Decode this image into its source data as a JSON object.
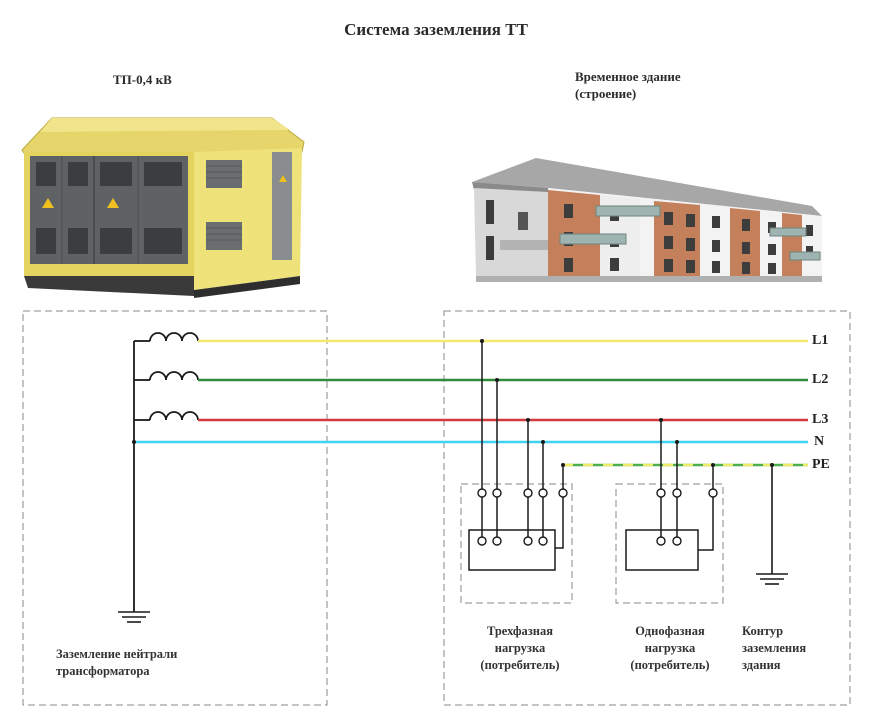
{
  "title": "Система заземления ТТ",
  "substation": {
    "label": "ТП-0,4 кВ"
  },
  "building": {
    "label_line1": "Временное здание",
    "label_line2": "(строение)"
  },
  "buses": [
    "L1",
    "L2",
    "L3",
    "N",
    "PE"
  ],
  "captions": {
    "neutral_ground": [
      "Заземление нейтрали",
      "трансформатора"
    ],
    "three_phase": [
      "Трехфазная",
      "нагрузка",
      "(потребитель)"
    ],
    "single_phase": [
      "Однофазная",
      "нагрузка",
      "(потребитель)"
    ],
    "building_ground": [
      "Контур",
      "заземления",
      "здания"
    ]
  },
  "colors": {
    "L1": "#f2ea6a",
    "L2": "#2e8b3a",
    "L3": "#d23b3b",
    "N": "#3fd3ef",
    "PE_green": "#4cae4c",
    "PE_yellow": "#f2ea6a"
  }
}
